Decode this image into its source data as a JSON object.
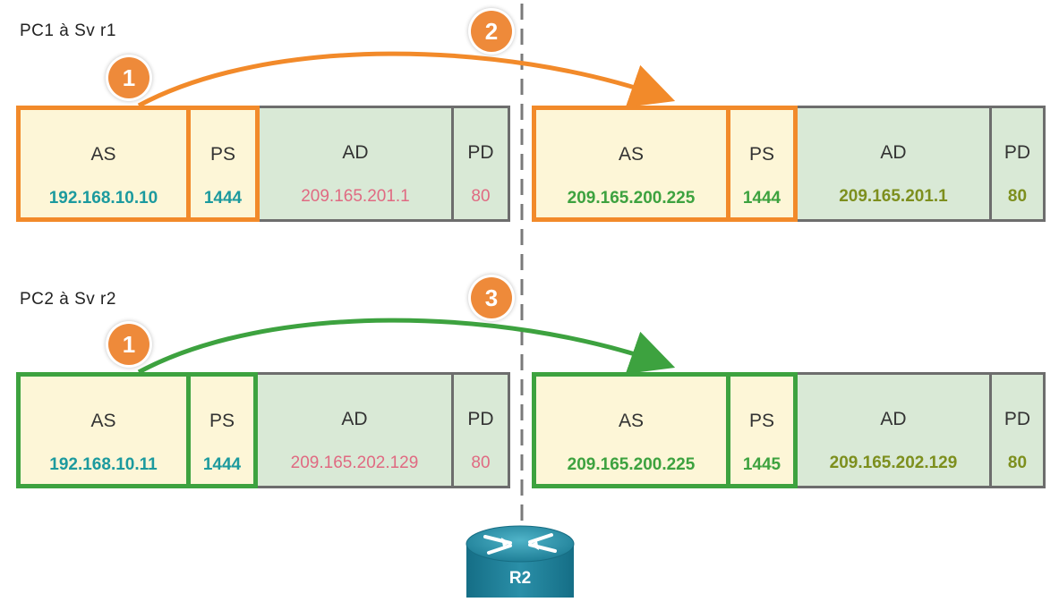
{
  "flows": [
    {
      "title": "PC1 à Sv r1",
      "origin_badge": "1",
      "translate_badge": "2",
      "packets": [
        {
          "fields": [
            {
              "header": "AS",
              "value": "192.168.10.10"
            },
            {
              "header": "PS",
              "value": "1444"
            },
            {
              "header": "AD",
              "value": "209.165.201.1"
            },
            {
              "header": "PD",
              "value": "80"
            }
          ]
        },
        {
          "fields": [
            {
              "header": "AS",
              "value": "209.165.200.225"
            },
            {
              "header": "PS",
              "value": "1444"
            },
            {
              "header": "AD",
              "value": "209.165.201.1"
            },
            {
              "header": "PD",
              "value": "80"
            }
          ]
        }
      ]
    },
    {
      "title": "PC2 à Sv r2",
      "origin_badge": "1",
      "translate_badge": "3",
      "packets": [
        {
          "fields": [
            {
              "header": "AS",
              "value": "192.168.10.11"
            },
            {
              "header": "PS",
              "value": "1444"
            },
            {
              "header": "AD",
              "value": "209.165.202.129"
            },
            {
              "header": "PD",
              "value": "80"
            }
          ]
        },
        {
          "fields": [
            {
              "header": "AS",
              "value": "209.165.200.225"
            },
            {
              "header": "PS",
              "value": "1445"
            },
            {
              "header": "AD",
              "value": "209.165.202.129"
            },
            {
              "header": "PD",
              "value": "80"
            }
          ]
        }
      ]
    }
  ],
  "router": {
    "label": "R2",
    "icon": "router-icon"
  },
  "colors": {
    "flow1": "#f28a2a",
    "flow2": "#3da23f",
    "badge": "#ee8a3a",
    "inside_source": "#1c9a9e",
    "inside_dest": "#e06a82",
    "outside_source": "#3da23f",
    "outside_dest": "#7d8f1e"
  }
}
